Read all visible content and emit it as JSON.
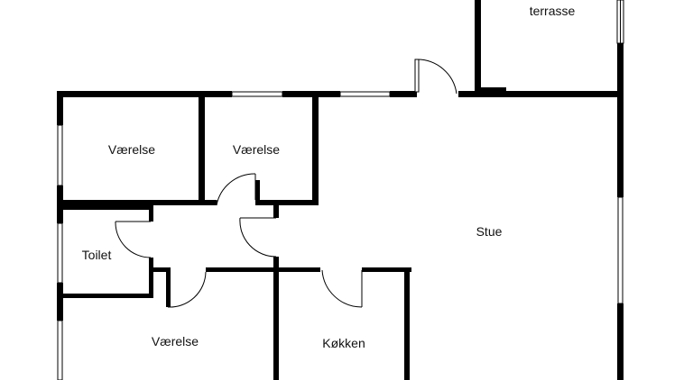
{
  "floorplan": {
    "wall_color": "#000000",
    "window_color": "#ffffff",
    "rooms": {
      "terrace": "terrasse",
      "bedroom_top_left": "Værelse",
      "bedroom_top_middle": "Værelse",
      "toilet": "Toilet",
      "living_room": "Stue",
      "bedroom_bottom": "Værelse",
      "kitchen": "Køkken"
    }
  }
}
